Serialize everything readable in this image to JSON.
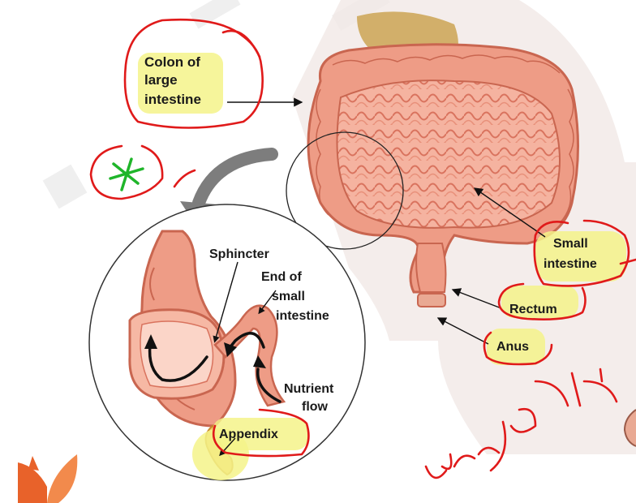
{
  "labels": {
    "colon": [
      "Colon of",
      "large",
      "intestine"
    ],
    "small_intestine": [
      "Small",
      "intestine"
    ],
    "rectum": "Rectum",
    "anus": "Anus",
    "sphincter": "Sphincter",
    "end_small": [
      "End of",
      "small",
      "intestine"
    ],
    "nutrient": [
      "Nutrient",
      "flow"
    ],
    "appendix": "Appendix"
  },
  "colors": {
    "highlight": "#f4f38a",
    "ink": "#e01a1a",
    "green_mark": "#1fb52a",
    "tissue": "#f2a28c",
    "tissue_dark": "#d9735e",
    "logo_orange": "#e8622a"
  }
}
